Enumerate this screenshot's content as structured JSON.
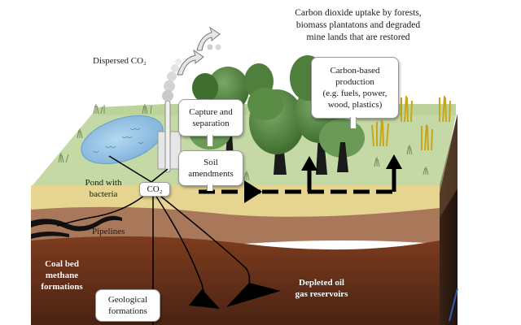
{
  "diagram": {
    "title_note": {
      "lines": [
        "Carbon dioxide uptake by forests,",
        "biomass plantatons and degraded",
        "mine lands that are restored"
      ]
    },
    "labels": {
      "dispersed_co2": "Dispersed CO₂",
      "pond": [
        "Pond with",
        "bacteria"
      ],
      "co2_node": "CO₂",
      "pipelines": "Pipelines",
      "coal_bed": [
        "Coal bed",
        "methane",
        "formations"
      ],
      "depleted": [
        "Depleted oil",
        "gas reservoirs"
      ]
    },
    "callouts": {
      "capture": [
        "Capture and",
        "separation"
      ],
      "soil": [
        "Soil",
        "amendments"
      ],
      "carbon_production": [
        "Carbon-based",
        "production",
        "(e.g. fuels, power,",
        "wood, plastics)"
      ],
      "geological": [
        "Geological",
        "formations"
      ]
    },
    "colors": {
      "grass": "#c5d9a6",
      "grass_edge": "#a9c488",
      "sand": "#e6d590",
      "clay": "#a9785a",
      "deep_soil_top": "#7a3a1e",
      "deep_soil_bottom": "#4a2414",
      "pond": "#9cc7e8",
      "tree_dark": "#3f6e2f",
      "tree_light": "#6fa25a",
      "wheat": "#e2c128",
      "arrow": "#000000"
    }
  }
}
